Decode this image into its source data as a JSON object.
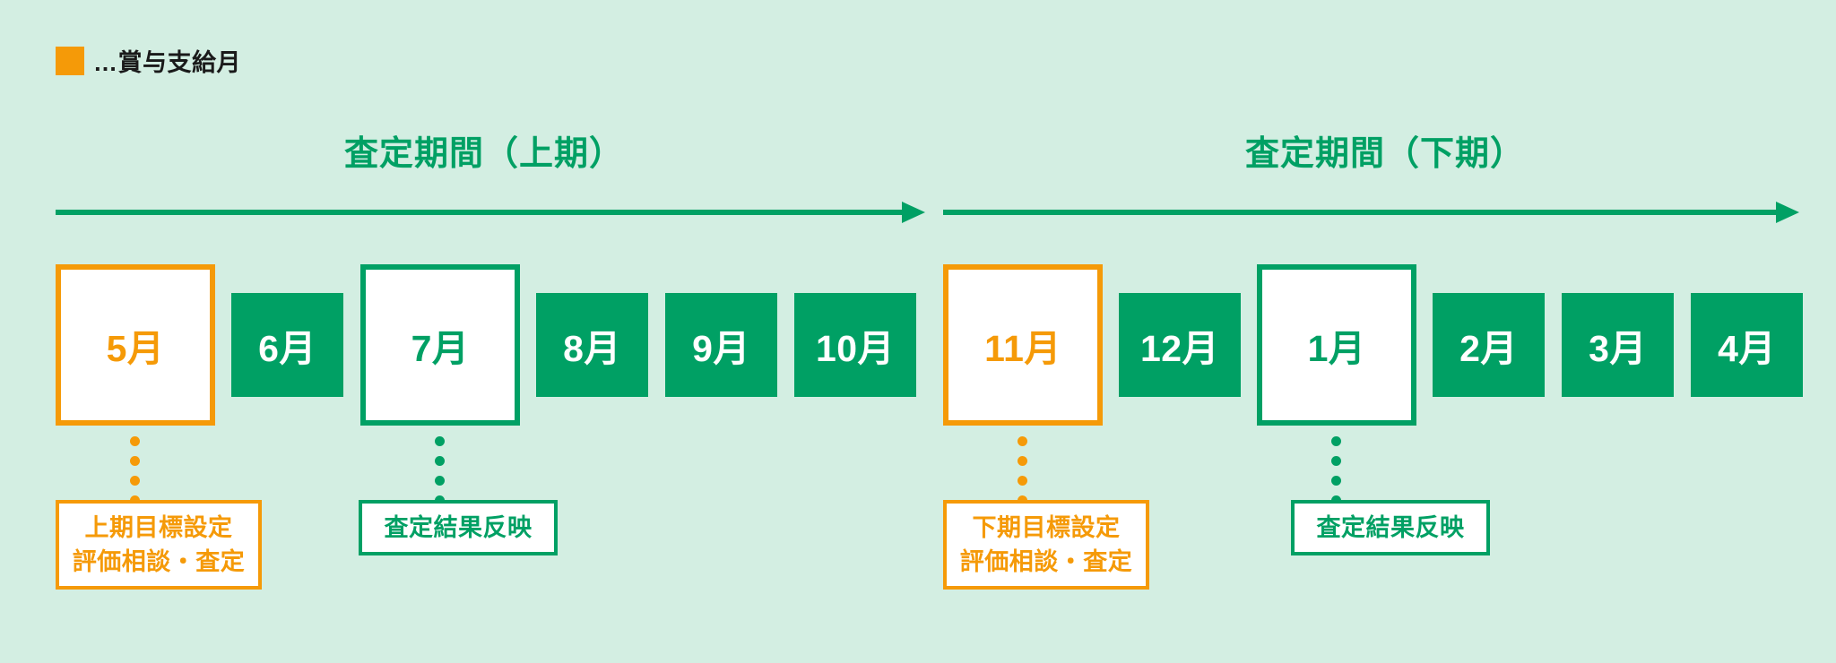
{
  "legend": {
    "swatch_color": "#f59a08",
    "label": "…賞与支給月"
  },
  "colors": {
    "background": "#d3eee2",
    "green": "#00a064",
    "orange": "#f59a08",
    "white": "#ffffff",
    "text_dark": "#1a1a1a"
  },
  "periods": [
    {
      "title": "査定期間（上期）"
    },
    {
      "title": "査定期間（下期）"
    }
  ],
  "months": [
    {
      "label": "5月",
      "style": "outline-orange"
    },
    {
      "label": "6月",
      "style": "filled"
    },
    {
      "label": "7月",
      "style": "outline-green"
    },
    {
      "label": "8月",
      "style": "filled"
    },
    {
      "label": "9月",
      "style": "filled"
    },
    {
      "label": "10月",
      "style": "filled"
    },
    {
      "label": "11月",
      "style": "outline-orange"
    },
    {
      "label": "12月",
      "style": "filled"
    },
    {
      "label": "1月",
      "style": "outline-green"
    },
    {
      "label": "2月",
      "style": "filled"
    },
    {
      "label": "3月",
      "style": "filled"
    },
    {
      "label": "4月",
      "style": "filled"
    }
  ],
  "notes": [
    {
      "month": "5月",
      "accent": "orange",
      "lines": [
        "上期目標設定",
        "評価相談・査定"
      ]
    },
    {
      "month": "7月",
      "accent": "green",
      "lines": [
        "査定結果反映"
      ]
    },
    {
      "month": "11月",
      "accent": "orange",
      "lines": [
        "下期目標設定",
        "評価相談・査定"
      ]
    },
    {
      "month": "1月",
      "accent": "green",
      "lines": [
        "査定結果反映"
      ]
    }
  ]
}
